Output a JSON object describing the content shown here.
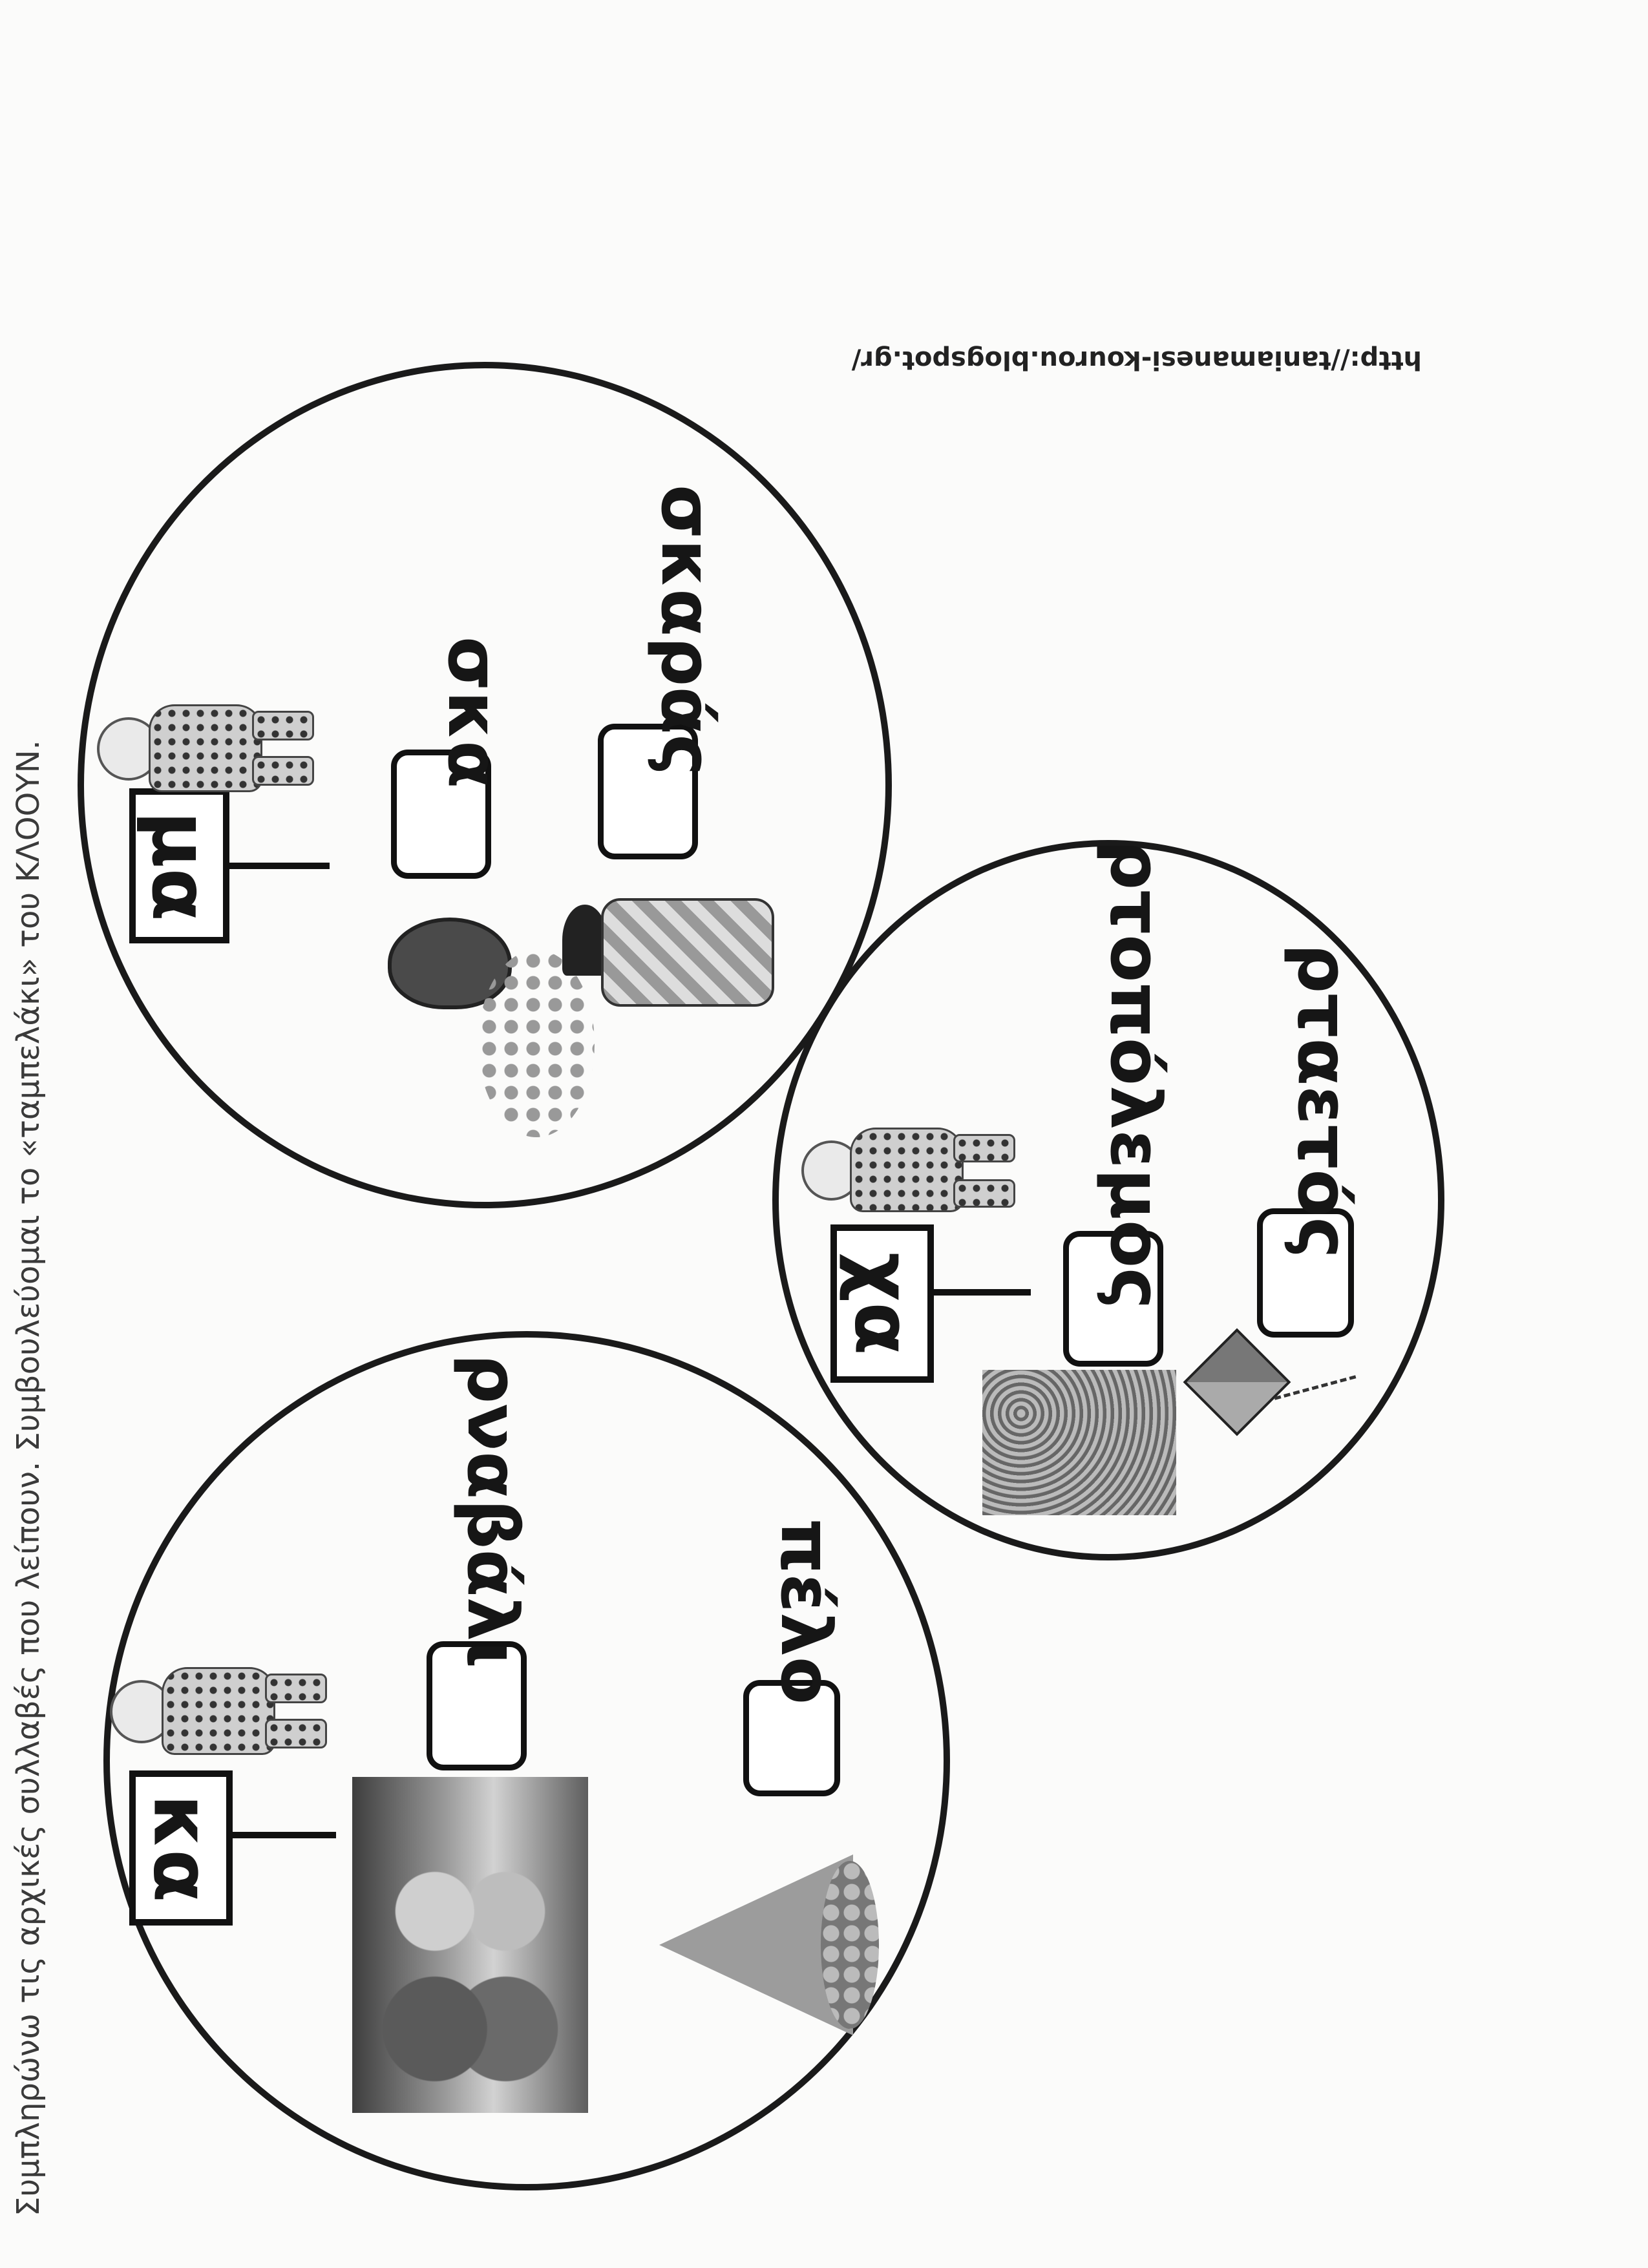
{
  "instruction": "Συμπληρώνω τις αρχικές συλλαβές που λείπουν. Συμβουλεύομαι το «ταμπελάκι» του ΚΛΟΟΥΝ.",
  "source_url": "http://taniamanesi-kourou.blogspot.gr/",
  "groups": [
    {
      "syllable": "κα",
      "words": [
        "ρναβάλι",
        "πέλο"
      ],
      "icons": [
        "clown-icon",
        "carnival-float-photo",
        "party-hat-icon"
      ]
    },
    {
      "syllable": "μα",
      "words": [
        "σκα",
        "σκαράς"
      ],
      "icons": [
        "clown-icon",
        "carnival-mask-icon",
        "harlequin-icon"
      ]
    },
    {
      "syllable": "χα",
      "words": [
        "ρτοπόλεμος",
        "ρταετός"
      ],
      "icons": [
        "clown-icon",
        "confetti-photo",
        "kite-icon"
      ]
    }
  ]
}
